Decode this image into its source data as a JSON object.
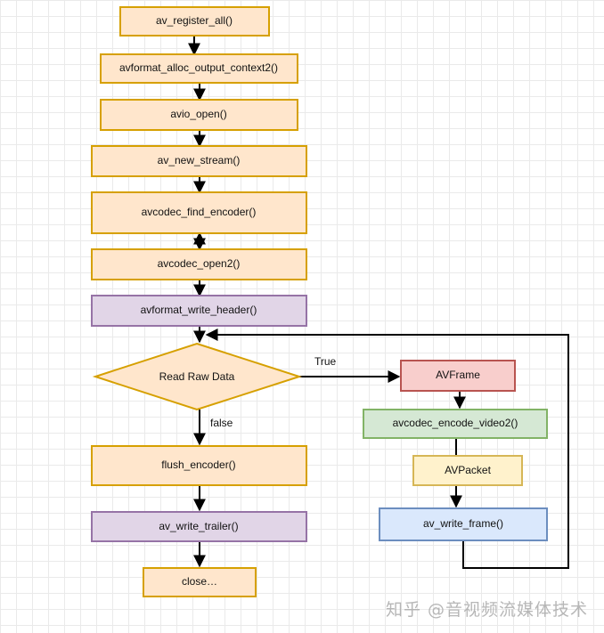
{
  "nodes": {
    "register_all": "av_register_all()",
    "alloc_output": "avformat_alloc_output_context2()",
    "avio_open": "avio_open()",
    "new_stream": "av_new_stream()",
    "find_encoder": "avcodec_find_encoder()",
    "open2": "avcodec_open2()",
    "write_header": "avformat_write_header()",
    "read_raw": "Read Raw Data",
    "avframe": "AVFrame",
    "encode_video2": "avcodec_encode_video2()",
    "avpacket": "AVPacket",
    "write_frame": "av_write_frame()",
    "flush_encoder": "flush_encoder()",
    "write_trailer": "av_write_trailer()",
    "close": "close…"
  },
  "edges": {
    "true_label": "True",
    "false_label": "false"
  },
  "watermark": "知乎 @音视频流媒体技术",
  "colors": {
    "orange_fill": "#ffe6cc",
    "orange_stroke": "#d6a000",
    "purple_fill": "#e1d5e7",
    "purple_stroke": "#9673a6",
    "red_fill": "#f8cecc",
    "red_stroke": "#b85450",
    "green_fill": "#d5e8d4",
    "green_stroke": "#82b366",
    "yellow_fill": "#fff2cc",
    "yellow_stroke": "#d6b656",
    "blue_fill": "#dae8fc",
    "blue_stroke": "#6c8ebf"
  }
}
